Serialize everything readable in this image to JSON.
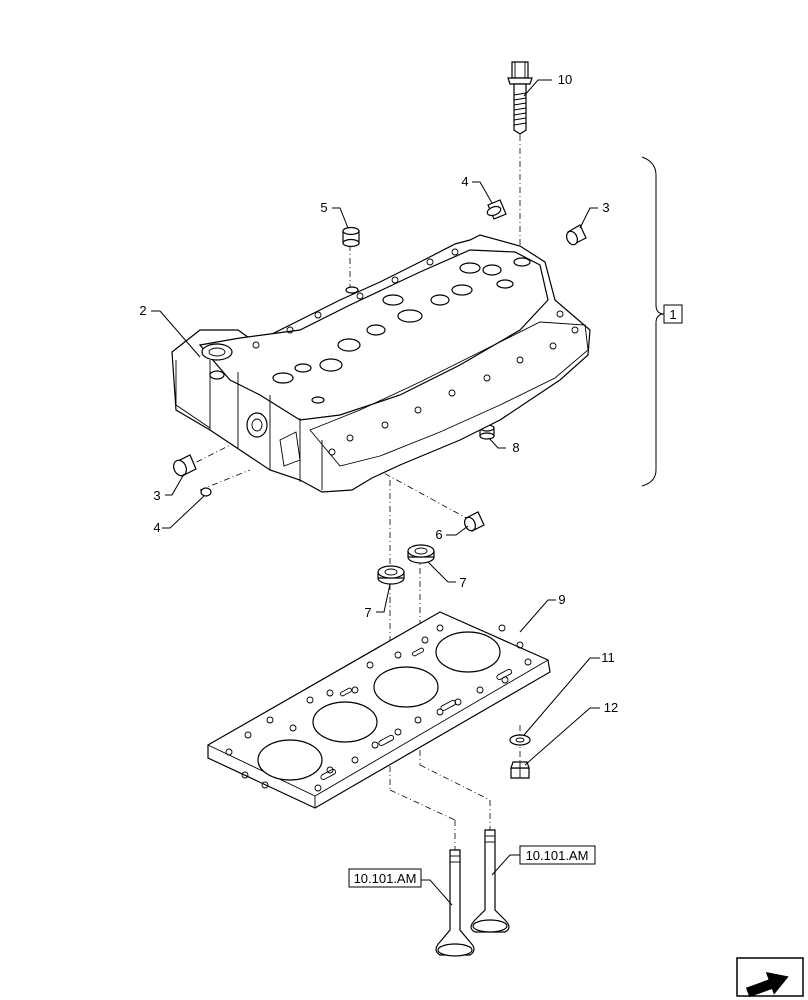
{
  "callouts": {
    "c1": "1",
    "c2": "2",
    "c3a": "3",
    "c3b": "3",
    "c4a": "4",
    "c4b": "4",
    "c5": "5",
    "c6": "6",
    "c7a": "7",
    "c7b": "7",
    "c8": "8",
    "c9": "9",
    "c10": "10",
    "c11": "11",
    "c12": "12"
  },
  "references": {
    "ref_left": "10.101.AM",
    "ref_right": "10.101.AM"
  },
  "navigation": {
    "icon": "next-page-arrow-icon"
  }
}
